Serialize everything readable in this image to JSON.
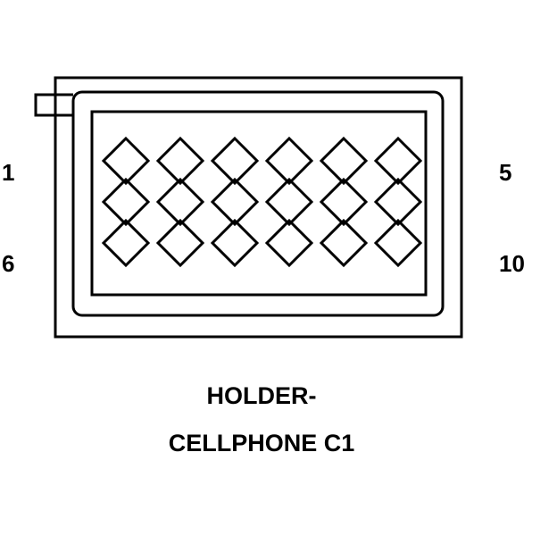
{
  "connector": {
    "pin_labels": {
      "top_left": "1",
      "top_right": "5",
      "bottom_left": "6",
      "bottom_right": "10"
    },
    "cavity_rows": 3,
    "cavity_columns": 6,
    "caption_line1": "HOLDER-",
    "caption_line2": "CELLPHONE C1",
    "colors": {
      "line": "#000000",
      "background": "#ffffff"
    }
  }
}
